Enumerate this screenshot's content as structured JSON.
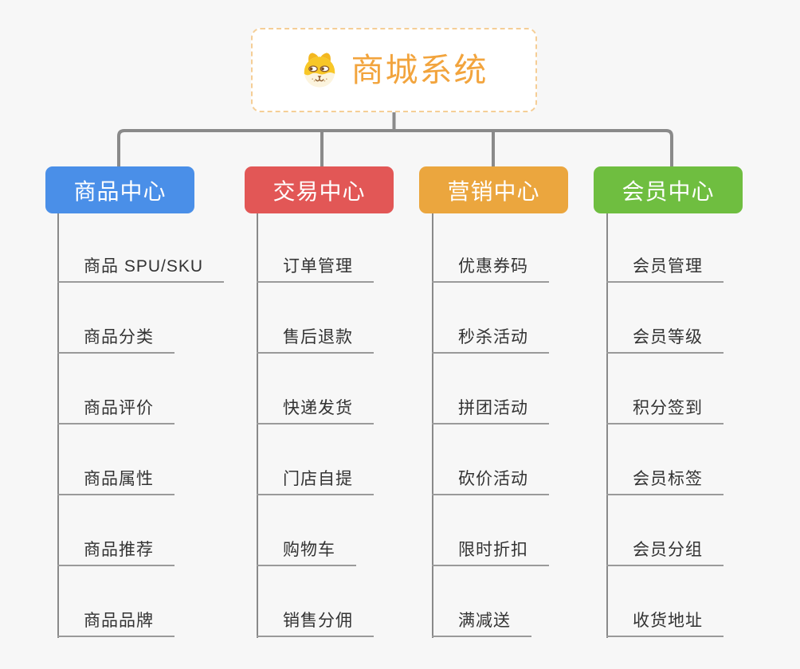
{
  "canvas": {
    "background": "#F7F7F7",
    "connector_color": "#8A8A8A",
    "underline_color": "#9A9A9A",
    "leaf_text_color": "#333333"
  },
  "root": {
    "title": "商城系统",
    "icon": "dog-face-icon",
    "text_color": "#F2A43D",
    "border_color": "#F5CE96"
  },
  "branches": [
    {
      "label": "商品中心",
      "color": "#4A8FE8",
      "children": [
        "商品 SPU/SKU",
        "商品分类",
        "商品评价",
        "商品属性",
        "商品推荐",
        "商品品牌"
      ]
    },
    {
      "label": "交易中心",
      "color": "#E25756",
      "children": [
        "订单管理",
        "售后退款",
        "快递发货",
        "门店自提",
        "购物车",
        "销售分佣"
      ]
    },
    {
      "label": "营销中心",
      "color": "#EBA63E",
      "children": [
        "优惠券码",
        "秒杀活动",
        "拼团活动",
        "砍价活动",
        "限时折扣",
        "满减送"
      ]
    },
    {
      "label": "会员中心",
      "color": "#6FBE40",
      "children": [
        "会员管理",
        "会员等级",
        "积分签到",
        "会员标签",
        "会员分组",
        "收货地址"
      ]
    }
  ]
}
